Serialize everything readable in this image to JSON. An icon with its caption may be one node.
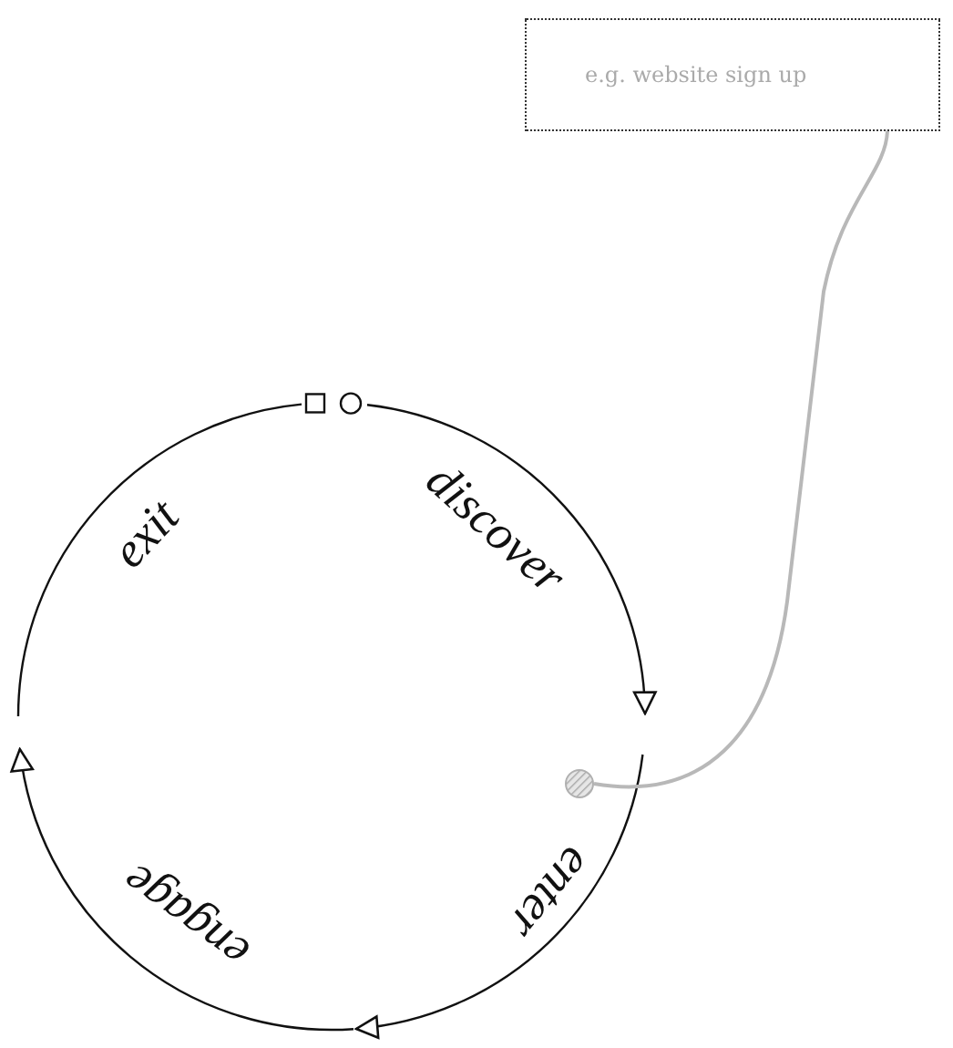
{
  "diagram": {
    "nodes": [
      {
        "text": [
          "e.g. website sign up"
        ]
      },
      {
        "text": [],
        "shape": "circle"
      }
    ],
    "edges": [
      {
        "from": 0,
        "to": 1,
        "arrow": "none",
        "color": "#b8b8b8"
      }
    ],
    "labels": [
      "discover",
      "enter",
      "engage",
      "exit"
    ]
  }
}
